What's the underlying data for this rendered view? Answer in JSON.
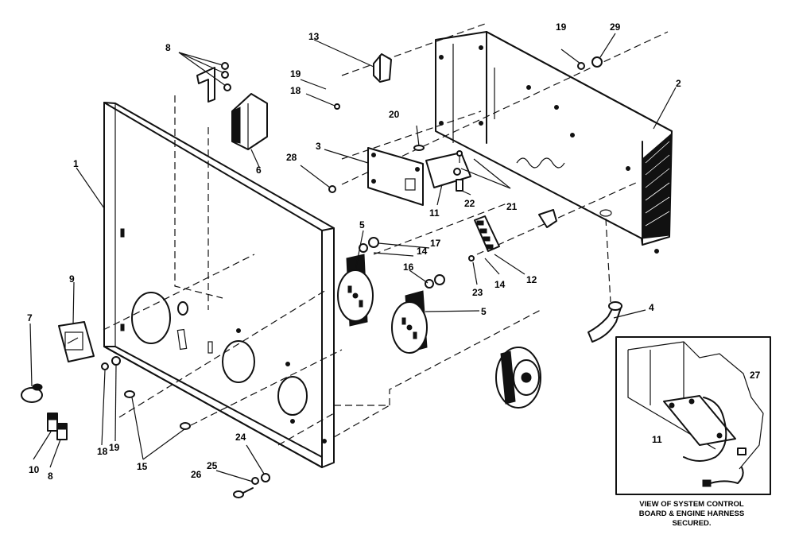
{
  "callouts": [
    {
      "id": "c1",
      "label": "1"
    },
    {
      "id": "c2",
      "label": "2"
    },
    {
      "id": "c3",
      "label": "3"
    },
    {
      "id": "c4",
      "label": "4"
    },
    {
      "id": "c5a",
      "label": "5"
    },
    {
      "id": "c5b",
      "label": "5"
    },
    {
      "id": "c6",
      "label": "6"
    },
    {
      "id": "c7",
      "label": "7"
    },
    {
      "id": "c8top",
      "label": "8"
    },
    {
      "id": "c8",
      "label": "8"
    },
    {
      "id": "c9",
      "label": "9"
    },
    {
      "id": "c10",
      "label": "10"
    },
    {
      "id": "c11",
      "label": "11"
    },
    {
      "id": "c11inset",
      "label": "11"
    },
    {
      "id": "c12",
      "label": "12"
    },
    {
      "id": "c13",
      "label": "13"
    },
    {
      "id": "c14a",
      "label": "14"
    },
    {
      "id": "c14b",
      "label": "14"
    },
    {
      "id": "c15",
      "label": "15"
    },
    {
      "id": "c16",
      "label": "16"
    },
    {
      "id": "c17",
      "label": "17"
    },
    {
      "id": "c18a",
      "label": "18"
    },
    {
      "id": "c18b",
      "label": "18"
    },
    {
      "id": "c19a",
      "label": "19"
    },
    {
      "id": "c19b",
      "label": "19"
    },
    {
      "id": "c19c",
      "label": "19"
    },
    {
      "id": "c20",
      "label": "20"
    },
    {
      "id": "c21",
      "label": "21"
    },
    {
      "id": "c22",
      "label": "22"
    },
    {
      "id": "c23",
      "label": "23"
    },
    {
      "id": "c24",
      "label": "24"
    },
    {
      "id": "c25",
      "label": "25"
    },
    {
      "id": "c26",
      "label": "26"
    },
    {
      "id": "c27",
      "label": "27"
    },
    {
      "id": "c28",
      "label": "28"
    },
    {
      "id": "c29",
      "label": "29"
    }
  ],
  "inset": {
    "caption_line1": "VIEW OF SYSTEM CONTROL",
    "caption_line2": "BOARD & ENGINE HARNESS",
    "caption_line3": "SECURED."
  }
}
